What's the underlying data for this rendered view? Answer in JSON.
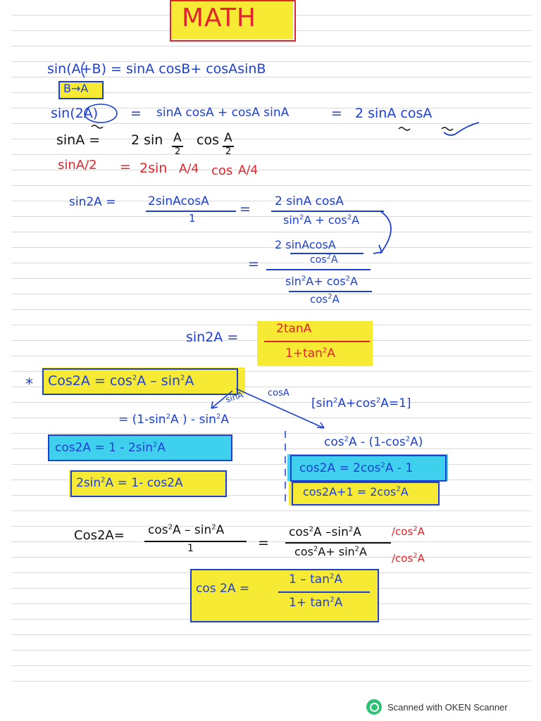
{
  "title": "MATH",
  "lines": {
    "l1": "sin(A+B) = sinA cosB+ cosAsinB",
    "l1_tag": "B→A",
    "l2_left": "sin(2A)",
    "l2_eq": "=",
    "l2_mid": "sinA cosA + cosA sinA",
    "l2_eq2": "=",
    "l2_right": "2 sinA cosA",
    "l3_left": "sinA =",
    "l3_a": "2 sin",
    "l3_b": "cos",
    "l3_num1": "A",
    "l3_den1": "2",
    "l3_num2": "A",
    "l3_den2": "2",
    "l4_a": "sinA/2",
    "l4_b": "=",
    "l4_c": "2sin",
    "l4_d": "A/4",
    "l4_e": "cos",
    "l4_f": "A/4"
  },
  "frac": {
    "f1_left": "sin2A =",
    "f1_num": "2sinAcosA",
    "f1_den": "1",
    "f1_eq": "=",
    "f2_num": "2 sinA cosA",
    "f2_den_a": "sin",
    "f2_den_b": "A + cos",
    "f2_den_c": "A",
    "f3_eq": "=",
    "f3_num_num": "2 sinAcosA",
    "f3_num_den": "cos",
    "f3_num_den2": "A",
    "f3_den_num_a": "sin",
    "f3_den_num_b": "A+ cos",
    "f3_den_num_c": "A",
    "f3_den_den": "cos",
    "f3_den_den2": "A",
    "sup2": "2",
    "tan_left": "sin2A =",
    "tan_num": "2tanA",
    "tan_den_a": "1+tan",
    "tan_den_b": "A"
  },
  "cos": {
    "star": "*",
    "main_a": "Cos2A = cos",
    "main_b": "A – sin",
    "main_c": "A",
    "label_sina": "sinA",
    "label_cosa": "cosA",
    "identity_a": "[sin",
    "identity_b": "A+cos",
    "identity_c": "A=1]",
    "left_step_a": "= (1-sin",
    "left_step_b": "A ) - sin",
    "left_step_c": "A",
    "left_res_a": "cos2A  =  1 - 2sin",
    "left_res_b": "A",
    "left_res2_a": "2sin",
    "left_res2_b": "A = 1- cos2A",
    "right_step_a": "cos",
    "right_step_b": "A - (1-cos",
    "right_step_c": "A)",
    "right_res_a": "cos2A = 2cos",
    "right_res_b": "A - 1",
    "right_res2_a": "cos2A+1  =  2cos",
    "right_res2_b": "A"
  },
  "bottom": {
    "left": "Cos2A=",
    "num_a": "cos",
    "num_b": "A – sin",
    "num_c": "A",
    "den": "1",
    "eq": "=",
    "num2_a": "cos",
    "num2_b": "A –sin",
    "num2_c": "A",
    "den2_a": "cos",
    "den2_b": "A+ sin",
    "den2_c": "A",
    "red1_a": "/cos",
    "red1_b": "A",
    "red2_a": "/cos",
    "red2_b": "A",
    "final_left": "cos 2A =",
    "final_num_a": "1 – tan",
    "final_num_b": "A",
    "final_den_a": "1+ tan",
    "final_den_b": "A"
  },
  "footer": {
    "scanner": "Scanned with OKEN Scanner",
    "logo_icon": "oken-scanner-logo-icon"
  },
  "colors": {
    "ink_blue": "#1d3fd4",
    "ink_red": "#e0252c",
    "highlight_yellow": "#f7ea34",
    "highlight_cyan": "#3fd0ee"
  }
}
